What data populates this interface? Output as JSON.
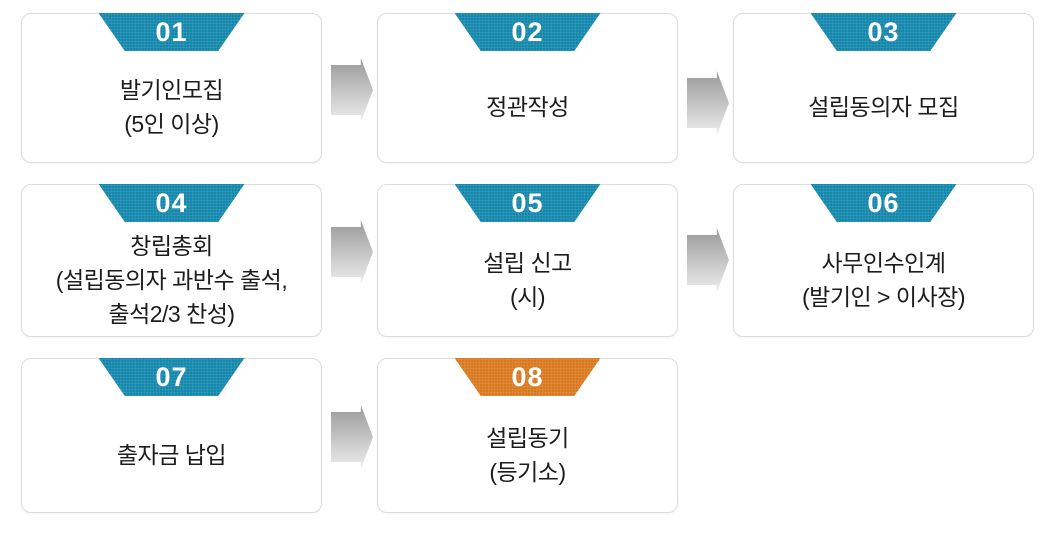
{
  "colors": {
    "badge_teal": "#1487ac",
    "badge_orange": "#d9791f",
    "arrow_top": "#999999",
    "arrow_bottom": "#ededed",
    "box_border": "#dcdcdc",
    "text": "#1c1c1c"
  },
  "icons": {
    "arrow": "arrow-right"
  },
  "steps": [
    {
      "number": "01",
      "lines": [
        "발기인모집",
        "(5인 이상)"
      ]
    },
    {
      "number": "02",
      "lines": [
        "정관작성"
      ]
    },
    {
      "number": "03",
      "lines": [
        "설립동의자 모집"
      ]
    },
    {
      "number": "04",
      "lines": [
        "창립총회",
        "(설립동의자 과반수 출석,",
        "출석2/3 찬성)"
      ]
    },
    {
      "number": "05",
      "lines": [
        "설립 신고",
        "(시)"
      ]
    },
    {
      "number": "06",
      "lines": [
        "사무인수인계",
        "(발기인 > 이사장)"
      ]
    },
    {
      "number": "07",
      "lines": [
        "출자금 납입"
      ]
    },
    {
      "number": "08",
      "lines": [
        "설립동기",
        "(등기소)"
      ]
    }
  ]
}
